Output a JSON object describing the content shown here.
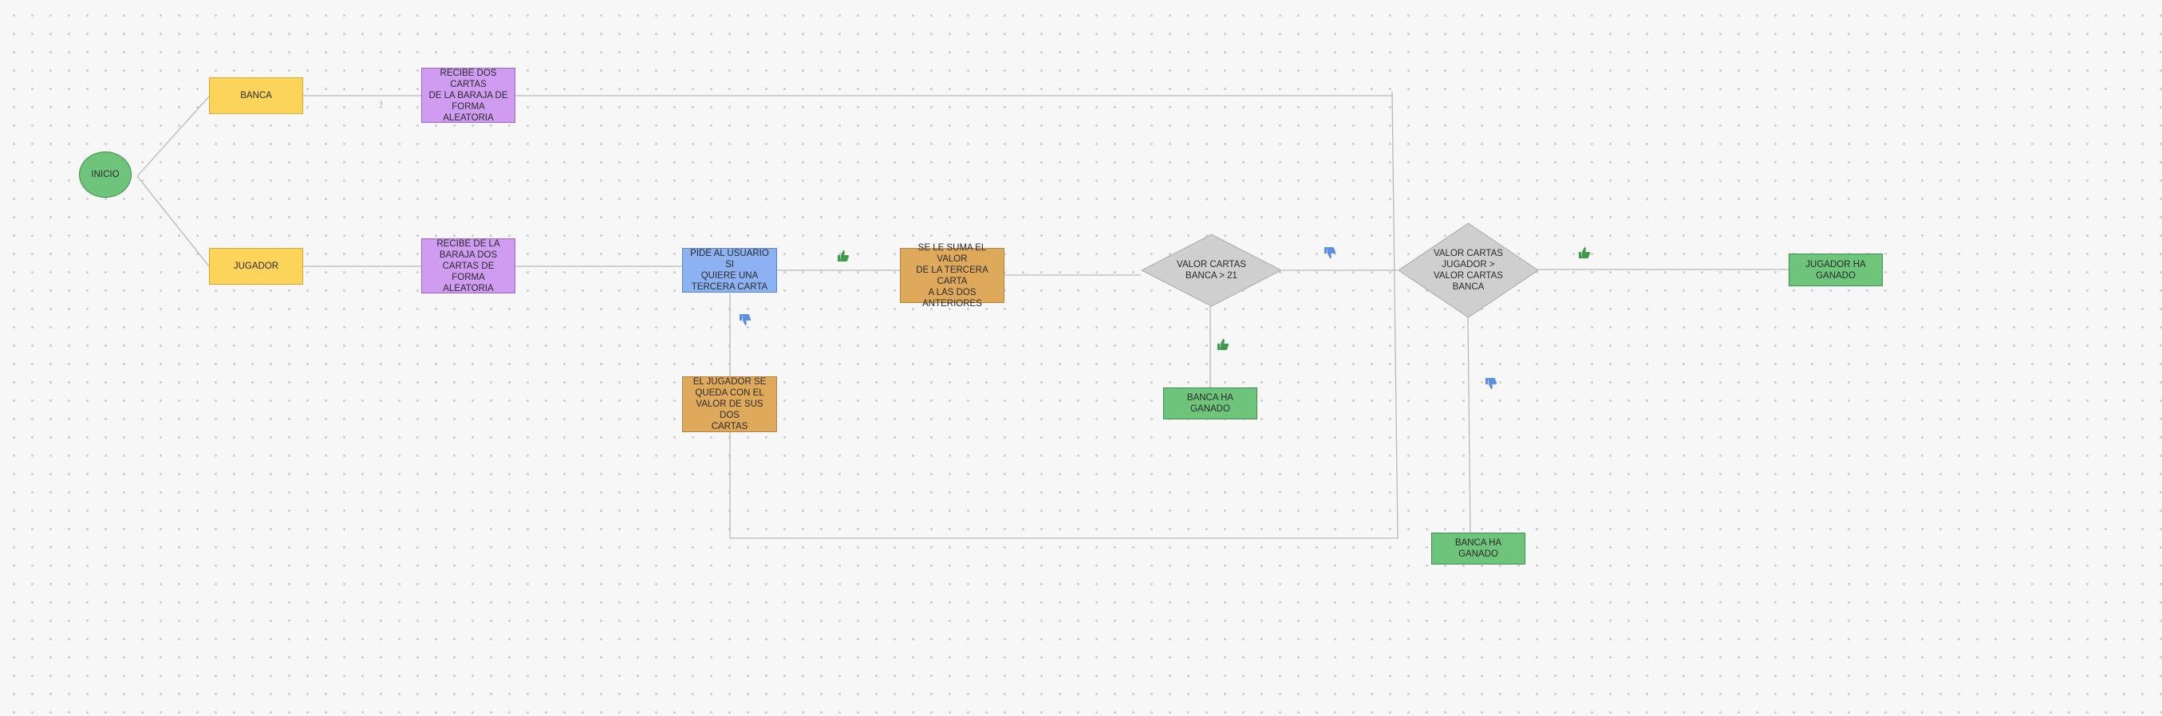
{
  "nodes": {
    "inicio": "INICIO",
    "banca": "BANCA",
    "jugador": "JUGADOR",
    "recibe_banca": "RECIBE DOS CARTAS\nDE LA BARAJA DE\nFORMA ALEATORIA",
    "recibe_jugador": "RECIBE  DE LA\nBARAJA DOS\nCARTAS DE FORMA\nALEATORIA",
    "pide_usuario": "PIDE AL USUARIO SI\nQUIERE UNA\nTERCERA CARTA",
    "suma_valor": "SE LE SUMA EL VALOR\nDE LA TERCERA CARTA\nA LAS DOS\nANTERIORES",
    "se_queda": "EL JUGADOR SE\nQUEDA CON EL\nVALOR DE SUS DOS\nCARTAS",
    "valor_banca": "VALOR CARTAS\nBANCA  > 21",
    "valor_comparacion": "VALOR CARTAS\nJUGADOR >\nVALOR CARTAS\nBANCA",
    "banca_gana_1": "BANCA HA GANADO",
    "banca_gana_2": "BANCA HA GANADO",
    "jugador_gana": "JUGADOR HA\nGANADO"
  },
  "icons": {
    "yes": "thumbs-up-icon",
    "no": "thumbs-down-icon",
    "yes_color": "#3f9a4c",
    "no_color": "#5b8fe0"
  },
  "colors": {
    "yellow": "#fcd45a",
    "purple": "#cf9cf2",
    "blue": "#8cb2f3",
    "orange": "#dfa95b",
    "green": "#6fc47b",
    "diamond": "#cfcfcf",
    "connector": "#b5b5b5"
  }
}
